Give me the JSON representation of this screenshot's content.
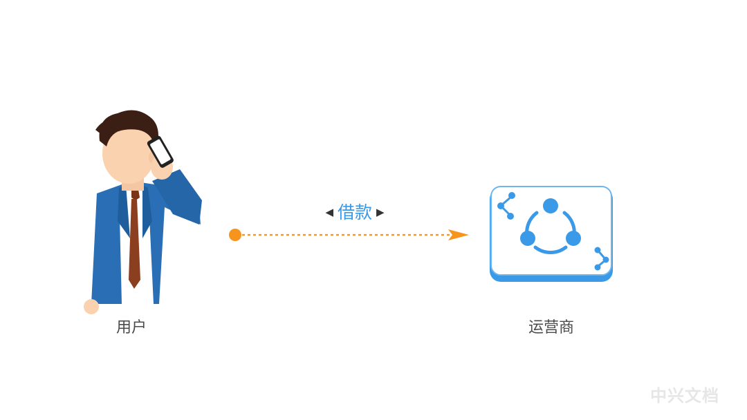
{
  "colors": {
    "accent_blue": "#3a9ae8",
    "orange": "#f7941d",
    "suit_blue": "#2a6fb5",
    "tie": "#8b3f1f",
    "skin": "#fbd2b0",
    "hair": "#3b1f14"
  },
  "left_node": {
    "icon": "businessman-on-phone-icon",
    "label": "用户"
  },
  "right_node": {
    "icon": "operator-network-icon",
    "label": "运营商"
  },
  "connector": {
    "label": "借款",
    "left_marker": "◀",
    "right_marker": "▶"
  },
  "watermark": "中兴文档"
}
